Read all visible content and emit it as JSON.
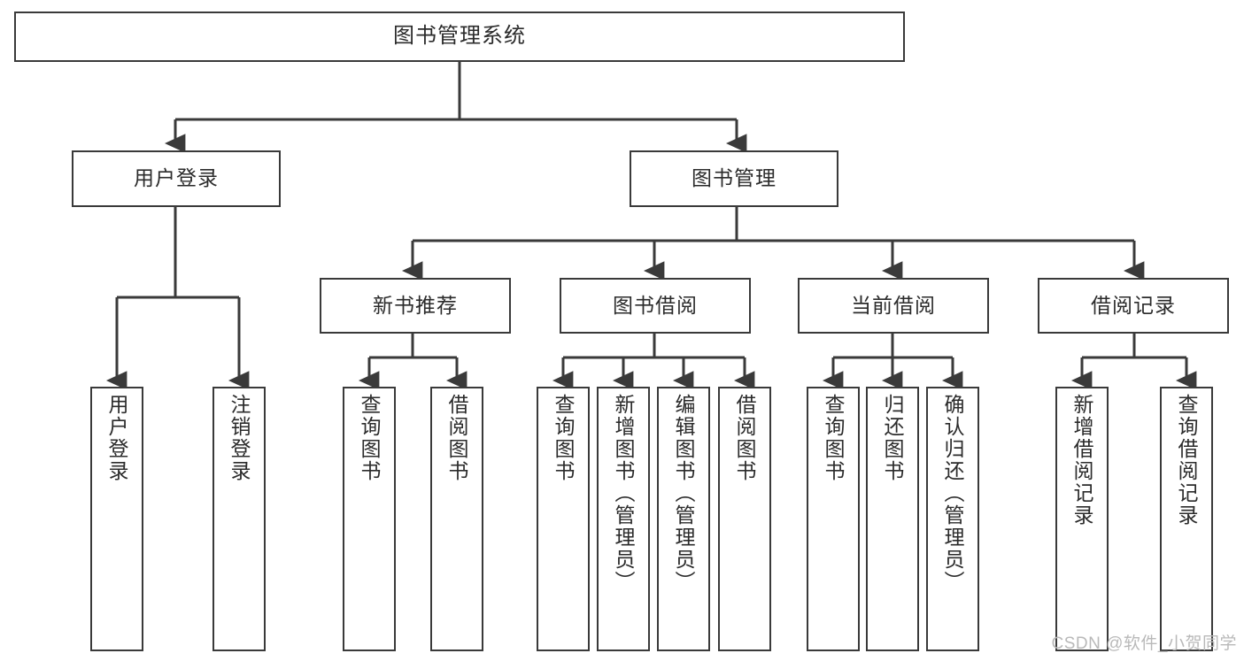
{
  "diagram": {
    "title": "图书管理系统",
    "watermark": "CSDN @软件_小贺同学",
    "colors": {
      "stroke": "#3a3a3a",
      "fill": "#ffffff",
      "text": "#2b2b2b",
      "watermark": "#b9b9b9"
    },
    "levels": {
      "root": {
        "label": "图书管理系统",
        "orientation": "horizontal"
      },
      "level2": [
        {
          "label": "用户登录",
          "orientation": "horizontal"
        },
        {
          "label": "图书管理",
          "orientation": "horizontal"
        }
      ],
      "level3": [
        {
          "label": "新书推荐",
          "orientation": "horizontal"
        },
        {
          "label": "图书借阅",
          "orientation": "horizontal"
        },
        {
          "label": "当前借阅",
          "orientation": "horizontal"
        },
        {
          "label": "借阅记录",
          "orientation": "horizontal"
        }
      ],
      "leaves": [
        {
          "label": "用户登录",
          "orientation": "vertical",
          "parent": "用户登录"
        },
        {
          "label": "注销登录",
          "orientation": "vertical",
          "parent": "用户登录"
        },
        {
          "label": "查询图书",
          "orientation": "vertical",
          "parent": "新书推荐"
        },
        {
          "label": "借阅图书",
          "orientation": "vertical",
          "parent": "新书推荐"
        },
        {
          "label": "查询图书",
          "orientation": "vertical",
          "parent": "图书借阅"
        },
        {
          "label": "新增图书（管理员）",
          "orientation": "vertical",
          "parent": "图书借阅"
        },
        {
          "label": "编辑图书（管理员）",
          "orientation": "vertical",
          "parent": "图书借阅"
        },
        {
          "label": "借阅图书",
          "orientation": "vertical",
          "parent": "图书借阅"
        },
        {
          "label": "查询图书",
          "orientation": "vertical",
          "parent": "当前借阅"
        },
        {
          "label": "归还图书",
          "orientation": "vertical",
          "parent": "当前借阅"
        },
        {
          "label": "确认归还（管理员）",
          "orientation": "vertical",
          "parent": "当前借阅"
        },
        {
          "label": "新增借阅记录",
          "orientation": "vertical",
          "parent": "借阅记录"
        },
        {
          "label": "查询借阅记录",
          "orientation": "vertical",
          "parent": "借阅记录"
        }
      ]
    }
  }
}
